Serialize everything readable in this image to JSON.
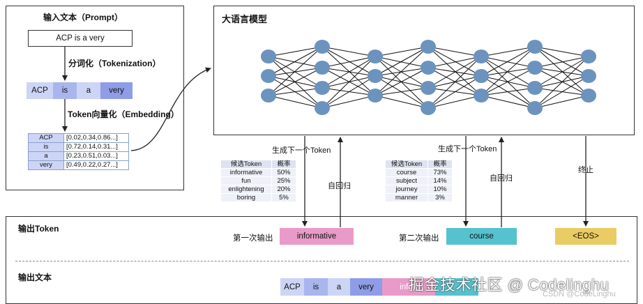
{
  "prompt_panel": {
    "title": "输入文本（Prompt）",
    "prompt_text": "ACP is a very",
    "tokenization_label": "分词化（Tokenization）",
    "tokens": [
      "ACP",
      "is",
      "a",
      "very"
    ],
    "embedding_label": "Token向量化（Embedding）",
    "embeddings": [
      {
        "token": "ACP",
        "vector": "[0.02,0.34,0.86...]"
      },
      {
        "token": "is",
        "vector": "[0.72,0.14,0.31...]"
      },
      {
        "token": "a",
        "vector": "[0.23,0.51,0.03...]"
      },
      {
        "token": "very",
        "vector": "[0.49,0.22,0.27...]"
      }
    ]
  },
  "llm_panel": {
    "title": "大语言模型"
  },
  "step1": {
    "generate_label": "生成下一个Token",
    "autoregress_label": "自回归",
    "header": [
      "候选Token",
      "概率"
    ],
    "candidates": [
      [
        "informative",
        "50%"
      ],
      [
        "fun",
        "25%"
      ],
      [
        "enlightening",
        "20%"
      ],
      [
        "boring",
        "5%"
      ]
    ],
    "output_label": "第一次输出",
    "output_token": "informative"
  },
  "step2": {
    "generate_label": "生成下一个Token",
    "autoregress_label": "自回归",
    "header": [
      "候选Token",
      "概率"
    ],
    "candidates": [
      [
        "course",
        "73%"
      ],
      [
        "subject",
        "14%"
      ],
      [
        "journey",
        "10%"
      ],
      [
        "manner",
        "3%"
      ]
    ],
    "output_label": "第二次输出",
    "output_token": "course"
  },
  "stop": {
    "label": "终止",
    "token": "<EOS>"
  },
  "output_panel": {
    "output_token_title": "输出Token",
    "output_text_title": "输出文本",
    "final_tokens": [
      "ACP",
      "is",
      "a",
      "very",
      "infotr",
      "course"
    ]
  },
  "watermark": {
    "main": "掘金技术社区 @ Codelinghu",
    "csdn": "CSDN @CodeLinghu"
  },
  "colors": {
    "token_blue": "#c9d2f5",
    "token_blue_dark": "#8e9de6",
    "pink": "#e89bc8",
    "teal": "#56c1cf",
    "gold": "#e9cc63",
    "node": "#6c93bd"
  }
}
